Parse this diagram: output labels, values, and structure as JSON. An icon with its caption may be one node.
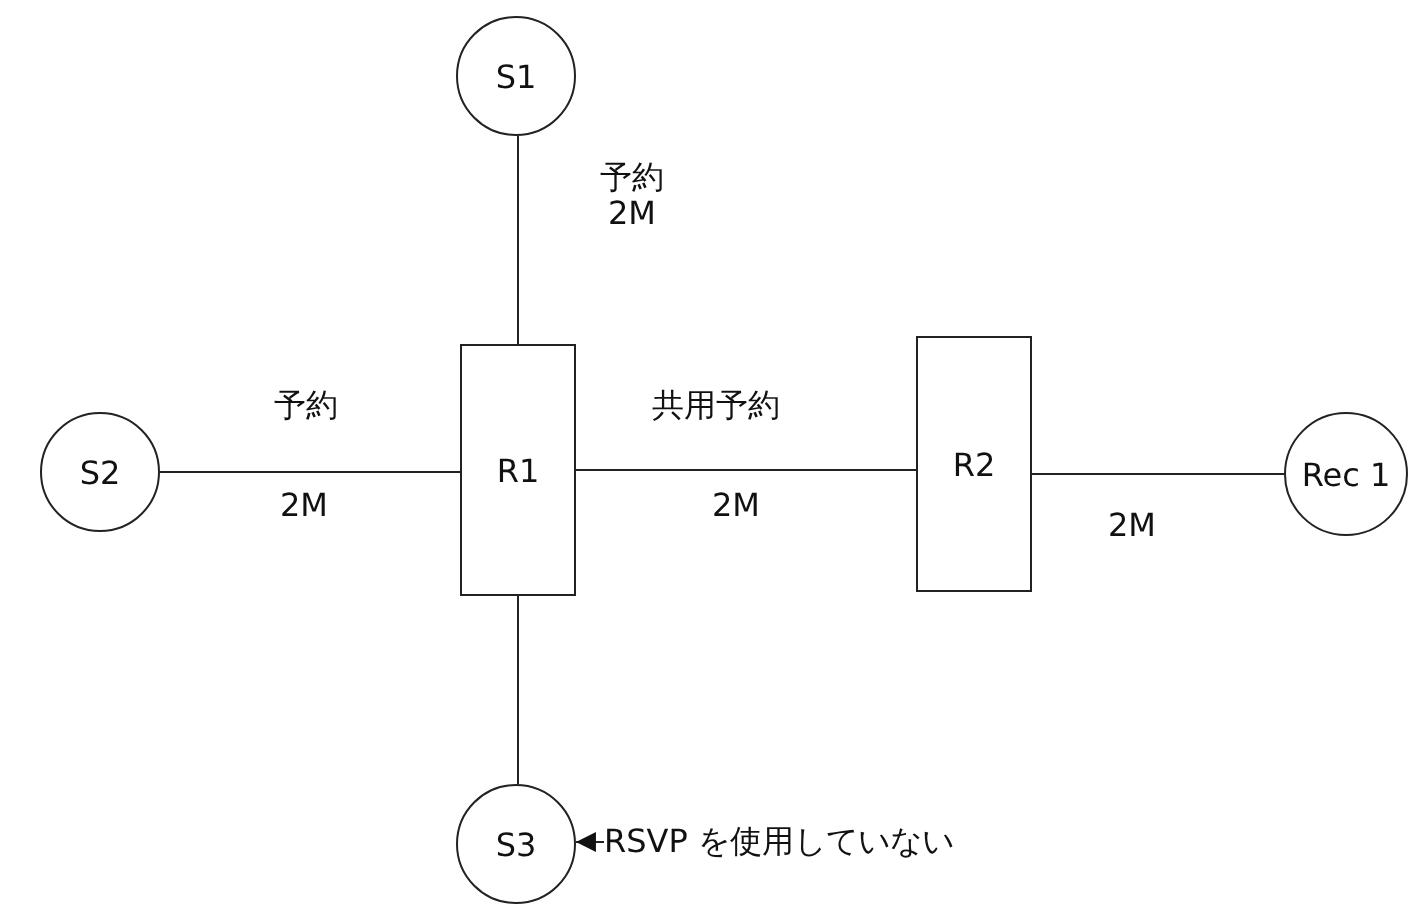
{
  "diagram": {
    "nodes": [
      {
        "text": [
          "S1"
        ]
      },
      {
        "text": [
          "S2"
        ]
      },
      {
        "text": [
          "R1"
        ]
      },
      {
        "text": [
          "R2"
        ]
      },
      {
        "text": [
          "Rec 1"
        ]
      },
      {
        "text": [
          "S3"
        ]
      },
      {
        "text": [
          "RSVP を使用していない"
        ]
      }
    ],
    "edges": [
      {
        "from": 0,
        "to": 2,
        "arrow": "none"
      },
      {
        "from": 1,
        "to": 2,
        "arrow": "none"
      },
      {
        "from": 2,
        "to": 3,
        "arrow": "none"
      },
      {
        "from": 3,
        "to": 4,
        "arrow": "none"
      },
      {
        "from": 2,
        "to": 5,
        "arrow": "none"
      },
      {
        "from": 6,
        "to": 5,
        "arrow": "to"
      }
    ],
    "labels": [
      "予約 2M",
      "予約",
      "2M",
      "共用予約",
      "2M",
      "2M"
    ]
  }
}
